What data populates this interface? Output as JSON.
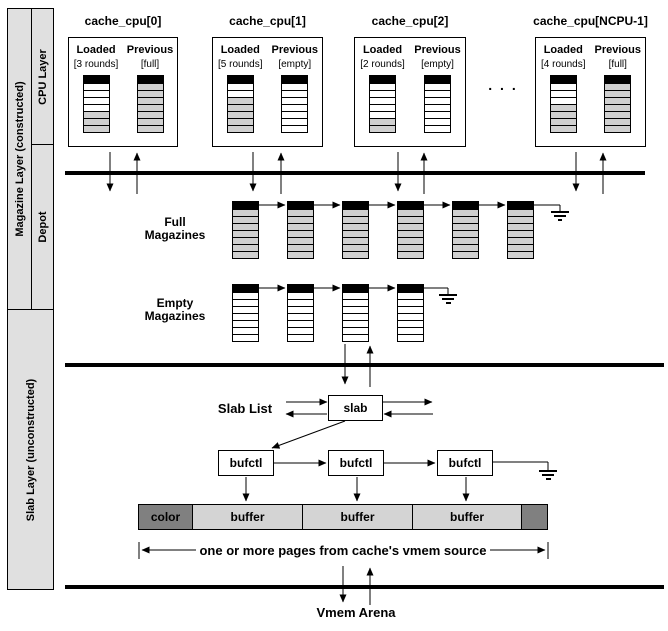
{
  "sidebar": {
    "magazine_layer": "Magazine Layer (constructed)",
    "cpu_layer": "CPU Layer",
    "depot": "Depot",
    "slab_layer": "Slab Layer (unconstructed)"
  },
  "cpu": {
    "ellipsis": ". . .",
    "boxes": [
      {
        "title": "cache_cpu[0]",
        "columns": [
          {
            "header": "Loaded",
            "state": "[3 rounds]",
            "rows": [
              "e",
              "e",
              "e",
              "e",
              "f",
              "f",
              "f"
            ]
          },
          {
            "header": "Previous",
            "state": "[full]",
            "rows": [
              "f",
              "f",
              "f",
              "f",
              "f",
              "f",
              "f"
            ]
          }
        ]
      },
      {
        "title": "cache_cpu[1]",
        "columns": [
          {
            "header": "Loaded",
            "state": "[5 rounds]",
            "rows": [
              "e",
              "e",
              "f",
              "f",
              "f",
              "f",
              "f"
            ]
          },
          {
            "header": "Previous",
            "state": "[empty]",
            "rows": [
              "e",
              "e",
              "e",
              "e",
              "e",
              "e",
              "e"
            ]
          }
        ]
      },
      {
        "title": "cache_cpu[2]",
        "columns": [
          {
            "header": "Loaded",
            "state": "[2 rounds]",
            "rows": [
              "e",
              "e",
              "e",
              "e",
              "e",
              "f",
              "f"
            ]
          },
          {
            "header": "Previous",
            "state": "[empty]",
            "rows": [
              "e",
              "e",
              "e",
              "e",
              "e",
              "e",
              "e"
            ]
          }
        ]
      },
      {
        "title": "cache_cpu[NCPU-1]",
        "columns": [
          {
            "header": "Loaded",
            "state": "[4 rounds]",
            "rows": [
              "e",
              "e",
              "e",
              "f",
              "f",
              "f",
              "f"
            ]
          },
          {
            "header": "Previous",
            "state": "[full]",
            "rows": [
              "f",
              "f",
              "f",
              "f",
              "f",
              "f",
              "f"
            ]
          }
        ]
      }
    ]
  },
  "depot": {
    "full_label": [
      "Full",
      "Magazines"
    ],
    "empty_label": [
      "Empty",
      "Magazines"
    ],
    "full_count": 6,
    "empty_count": 4,
    "full_rows": [
      "f",
      "f",
      "f",
      "f",
      "f",
      "f",
      "f"
    ],
    "empty_rows": [
      "e",
      "e",
      "e",
      "e",
      "e",
      "e",
      "e"
    ]
  },
  "slab": {
    "list_label": "Slab List",
    "slab_label": "slab",
    "bufctls": [
      "bufctl",
      "bufctl",
      "bufctl"
    ],
    "buffer_segments": [
      "color",
      "buffer",
      "buffer",
      "buffer"
    ],
    "pages_caption": "one or more pages from cache's vmem source"
  },
  "footer": {
    "arena_label": "Vmem Arena"
  },
  "colors": {
    "panel_gray": "#e0e0e0",
    "round_full_gray": "#d0d0d0",
    "buffer_light_gray": "#d4d4d4",
    "dark_gray": "#808080",
    "line_black": "#000000"
  }
}
